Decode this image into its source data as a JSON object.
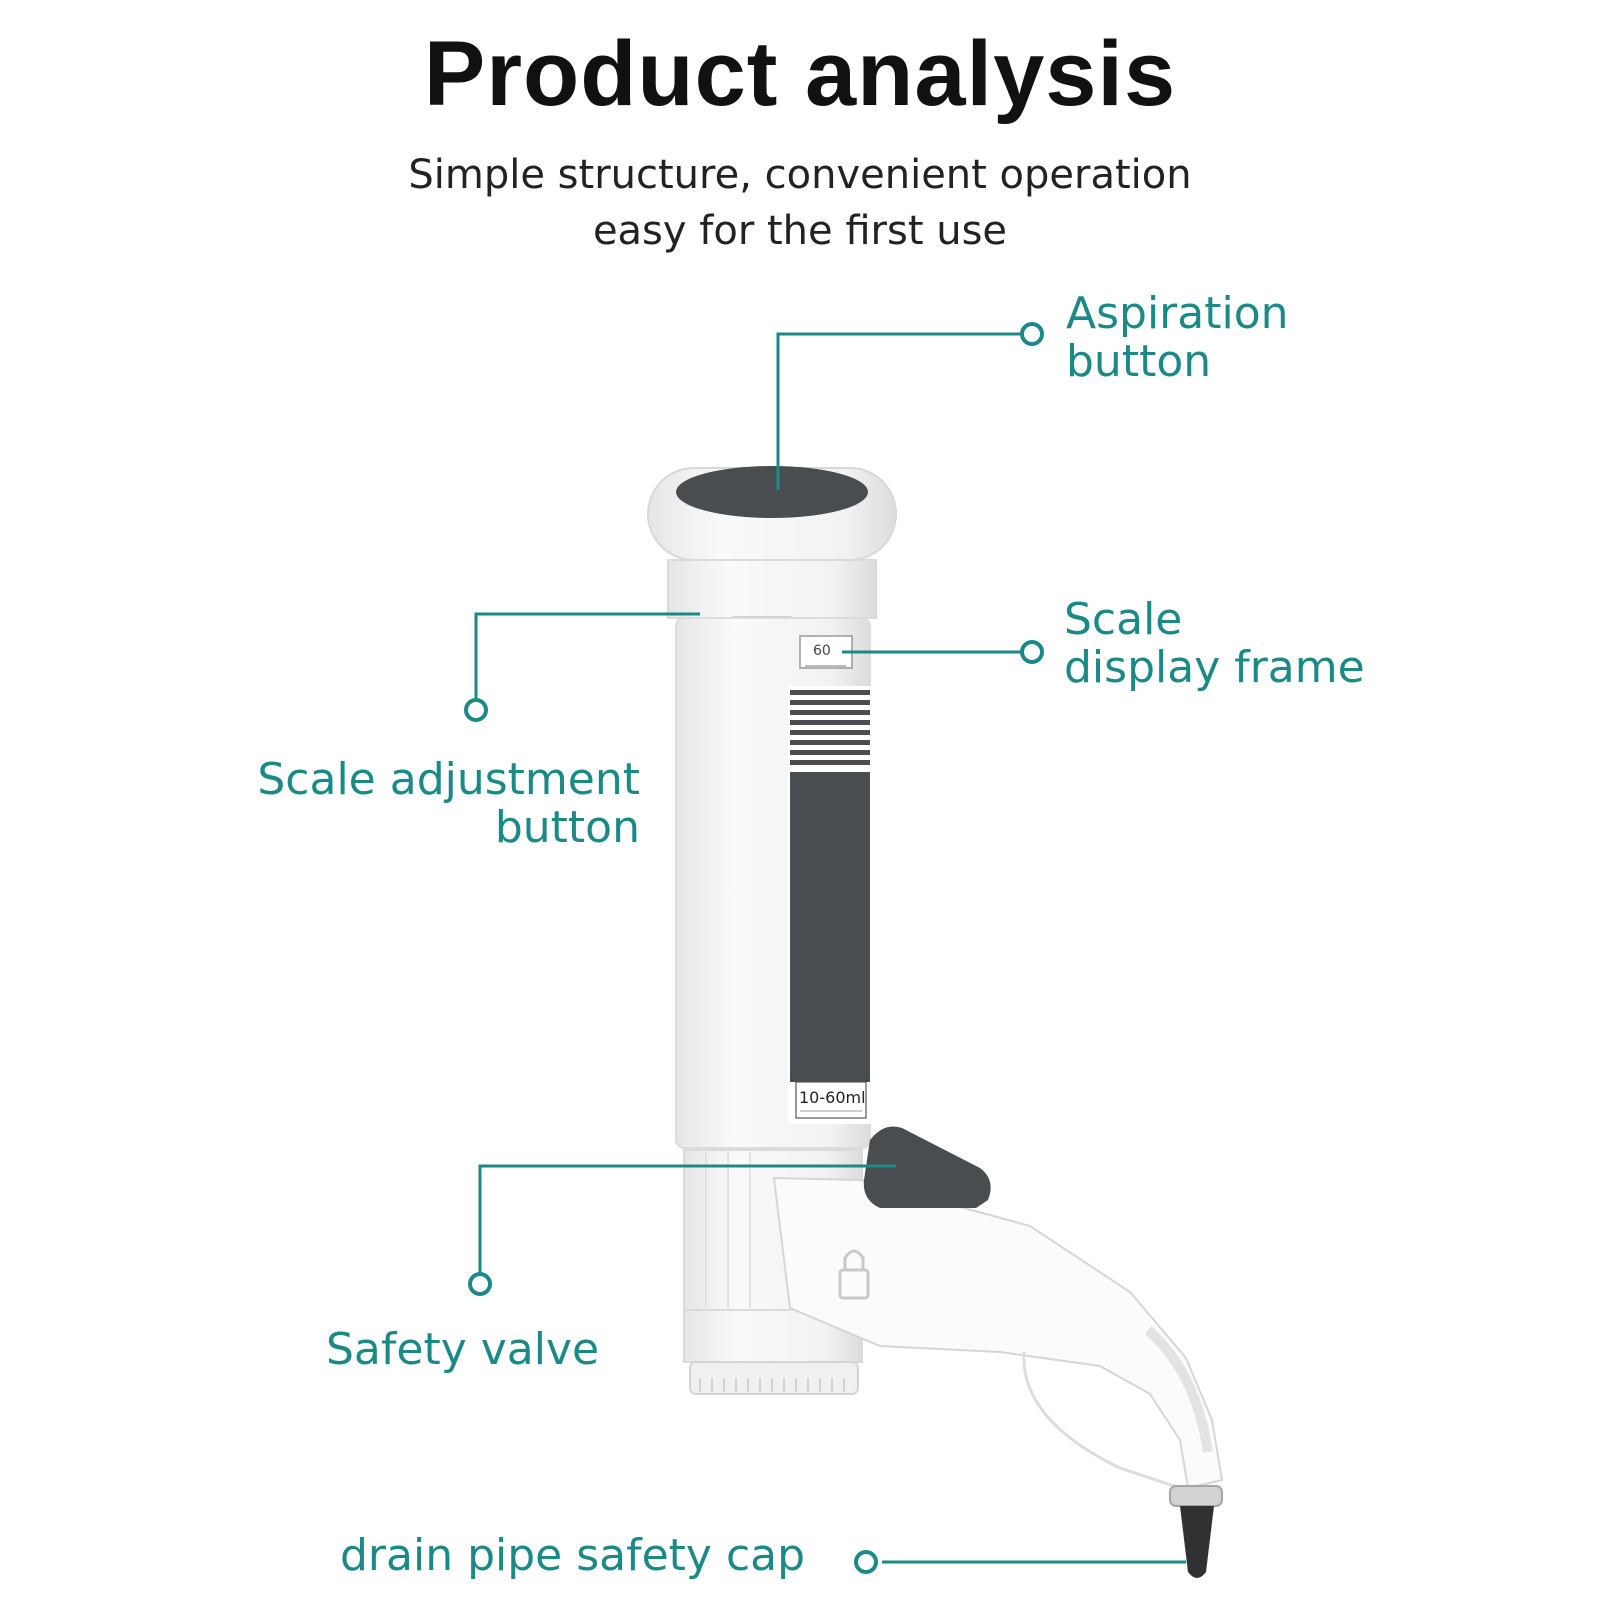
{
  "header": {
    "title": "Product analysis",
    "subtitle_line1": "Simple structure, convenient operation",
    "subtitle_line2": "easy for the first use"
  },
  "labels": {
    "aspiration_line1": "Aspiration",
    "aspiration_line2": "button",
    "scale_display_line1": "Scale",
    "scale_display_line2": "display frame",
    "scale_adjust_line1": "Scale adjustment",
    "scale_adjust_line2": "button",
    "safety_valve": "Safety valve",
    "drain_cap": "drain pipe safety cap"
  },
  "device": {
    "volume_label": "10-60ml",
    "scale_window_value": "60"
  },
  "colors": {
    "accent": "#1b8a86",
    "body": "#f4f4f4",
    "dark": "#4a4d4f"
  }
}
